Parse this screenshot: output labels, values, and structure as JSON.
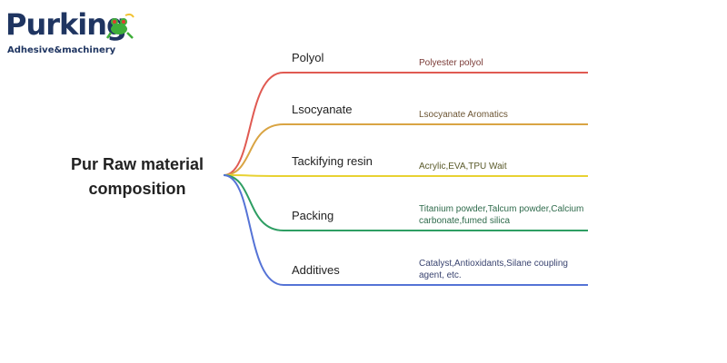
{
  "logo": {
    "wordmark": "Purking",
    "tagline": "Adhesive&machinery",
    "color": "#1f3561"
  },
  "root": {
    "label": "Pur Raw material composition"
  },
  "branches": [
    {
      "label": "Polyol",
      "detail": "Polyester polyol",
      "color": "#e05a52"
    },
    {
      "label": "Lsocyanate",
      "detail": "Lsocyanate Aromatics",
      "color": "#d9a443"
    },
    {
      "label": "Tackifying resin",
      "detail": "Acrylic,EVA,TPU Wait",
      "color": "#e8d232"
    },
    {
      "label": "Packing",
      "detail": "Titanium powder,Talcum powder,Calcium carbonate,fumed silica",
      "color": "#2e9e63"
    },
    {
      "label": "Additives",
      "detail": "Catalyst,Antioxidants,Silane coupling agent, etc.",
      "color": "#5573d6"
    }
  ]
}
